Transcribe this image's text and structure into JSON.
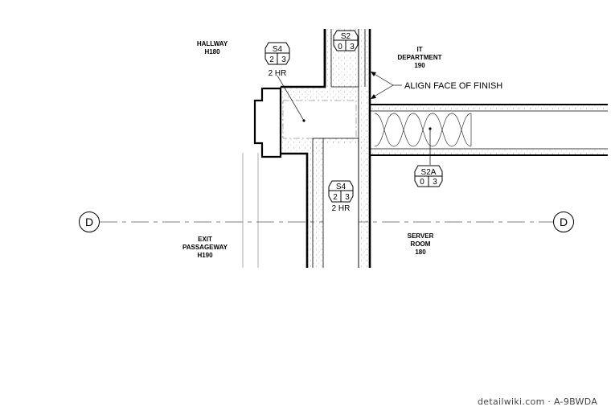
{
  "rooms": {
    "hallway": [
      "HALLWAY",
      "H180"
    ],
    "it_department": [
      "IT",
      "DEPARTMENT",
      "190"
    ],
    "exit_passageway": [
      "EXIT",
      "PASSAGEWAY",
      "H190"
    ],
    "server_room": [
      "SERVER",
      "ROOM",
      "180"
    ]
  },
  "tags": {
    "s4_top": {
      "code": "S4",
      "left": "2",
      "right": "3",
      "rating": "2 HR"
    },
    "s2": {
      "code": "S2",
      "left": "0",
      "right": "3"
    },
    "s4_mid": {
      "code": "S4",
      "left": "2",
      "right": "3",
      "rating": "2 HR"
    },
    "s2a": {
      "code": "S2A",
      "left": "0",
      "right": "3"
    }
  },
  "callout": "ALIGN FACE OF FINISH",
  "gridline": {
    "label_left": "D",
    "label_right": "D"
  },
  "watermark": "detailwiki.com · A-9BWDA"
}
